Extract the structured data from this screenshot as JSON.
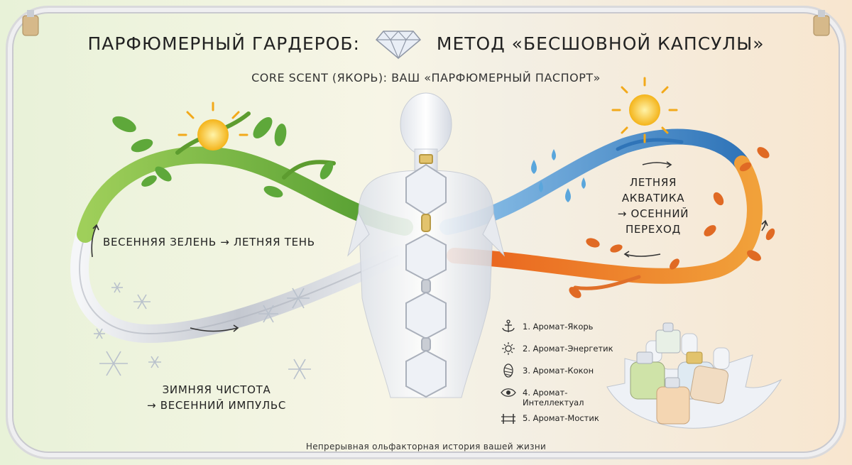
{
  "title": {
    "left": "ПАРФЮМЕРНЫЙ ГАРДЕРОБ:",
    "right": "МЕТОД «БЕСШОВНОЙ КАПСУЛЫ»"
  },
  "subtitle": "CORE SCENT (ЯКОРЬ): ВАШ «ПАРФЮМЕРНЫЙ ПАСПОРТ»",
  "segments": {
    "spring": "ВЕСЕННЯЯ ЗЕЛЕНЬ → ЛЕТНЯЯ ТЕНЬ",
    "summer_line1": "ЛЕТНЯЯ",
    "summer_line2": "АКВАТИКА",
    "summer_line3": "→ ОСЕННИЙ",
    "summer_line4": "ПЕРЕХОД",
    "winter_line1": "ЗИМНЯЯ ЧИСТОТА",
    "winter_line2": "→ ВЕСЕННИЙ ИМПУЛЬС"
  },
  "legend": [
    {
      "icon": "anchor-icon",
      "label": "1. Аромат-Якорь"
    },
    {
      "icon": "sun-icon",
      "label": "2. Аромат-Энергетик"
    },
    {
      "icon": "cocoon-icon",
      "label": "3. Аромат-Кокон"
    },
    {
      "icon": "eye-icon",
      "label_line1": "4. Аромат-",
      "label_line2": "Интеллектуал"
    },
    {
      "icon": "bridge-icon",
      "label": "5. Аромат-Мостик"
    }
  ],
  "footer": "Непрерывная ольфакторная история вашей жизни",
  "colors": {
    "green_branch": "#6fae3a",
    "blue_branch": "#3d8cc9",
    "orange_branch": "#e07a2a",
    "silver": "#cfd3da",
    "sun": "#f4b41a"
  }
}
